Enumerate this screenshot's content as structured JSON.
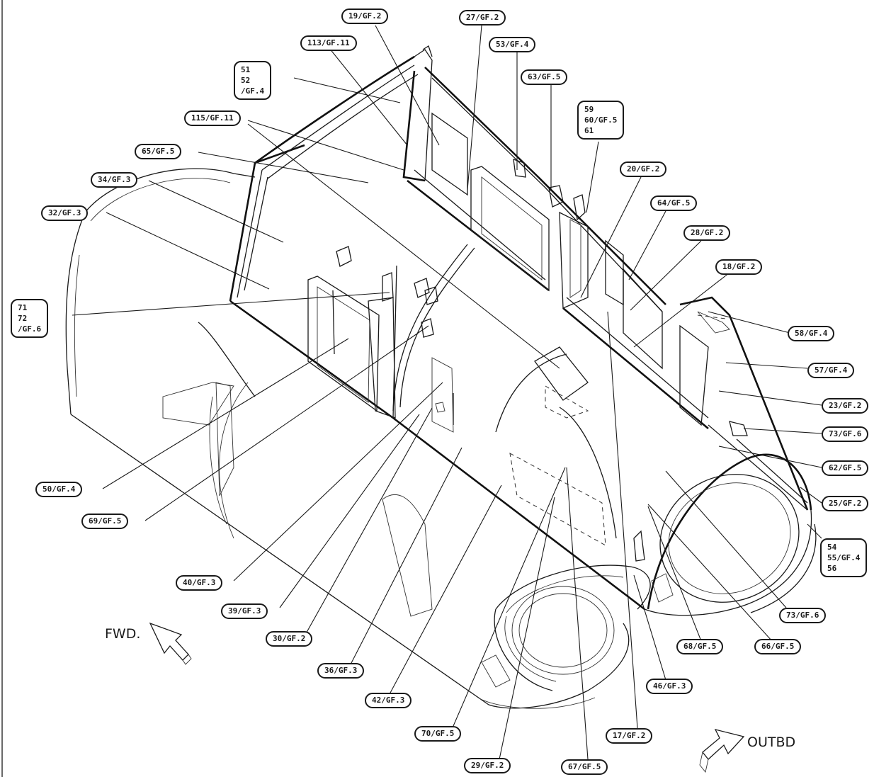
{
  "callouts": {
    "c19_2": "19/GF.2",
    "c27_2": "27/GF.2",
    "c113_11": "113/GF.11",
    "c53_4": "53/GF.4",
    "c51_52_4": [
      "51",
      "52",
      "/GF.4"
    ],
    "c63_5": "63/GF.5",
    "c59_60_61_5": [
      "59",
      "60/GF.5",
      "61"
    ],
    "c115_11": "115/GF.11",
    "c65_5": "65/GF.5",
    "c20_2": "20/GF.2",
    "c34_3": "34/GF.3",
    "c64_5": "64/GF.5",
    "c32_3": "32/GF.3",
    "c28_2": "28/GF.2",
    "c18_2": "18/GF.2",
    "c71_72_6": [
      "71",
      "72",
      "/GF.6"
    ],
    "c58_4": "58/GF.4",
    "c57_4": "57/GF.4",
    "c23_2": "23/GF.2",
    "c73_6a": "73/GF.6",
    "c62_5": "62/GF.5",
    "c25_2": "25/GF.2",
    "c50_4": "50/GF.4",
    "c54_55_56_4": [
      "54",
      "55/GF.4",
      "56"
    ],
    "c69_5": "69/GF.5",
    "c40_3": "40/GF.3",
    "c73_6b": "73/GF.6",
    "c39_3": "39/GF.3",
    "c30_2": "30/GF.2",
    "c68_5": "68/GF.5",
    "c66_5": "66/GF.5",
    "c36_3": "36/GF.3",
    "c46_3": "46/GF.3",
    "c42_3": "42/GF.3",
    "c70_5": "70/GF.5",
    "c17_2": "17/GF.2",
    "c29_2": "29/GF.2",
    "c67_5": "67/GF.5"
  },
  "arrows": {
    "fwd": "FWD.",
    "outbd": "OUTBD"
  }
}
